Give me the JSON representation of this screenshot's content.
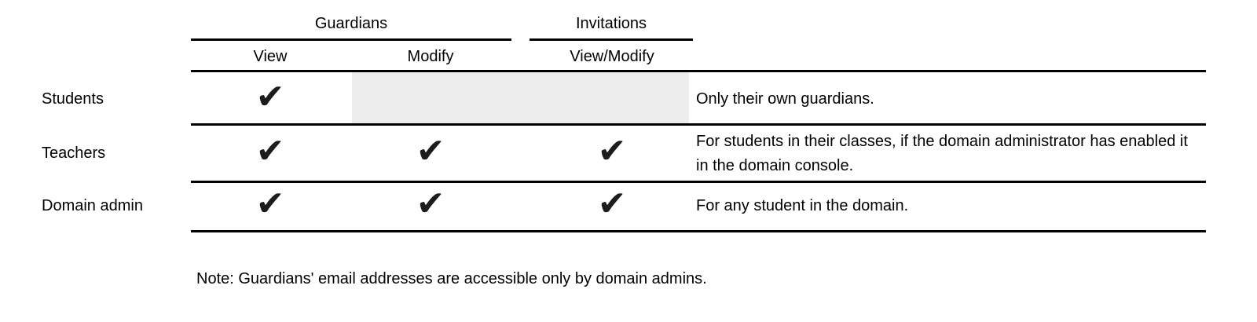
{
  "table": {
    "column_groups": [
      {
        "label": "Guardians",
        "columns": [
          "View",
          "Modify"
        ]
      },
      {
        "label": "Invitations",
        "columns": [
          "View/Modify"
        ]
      }
    ],
    "columns": [
      {
        "label": "View"
      },
      {
        "label": "Modify"
      },
      {
        "label": "View/Modify"
      }
    ],
    "rows": [
      {
        "label": "Students",
        "checks": {
          "view": true,
          "modify": false,
          "view_modify": false
        },
        "disabled_region": true,
        "note": "Only their own guardians."
      },
      {
        "label": "Teachers",
        "checks": {
          "view": true,
          "modify": true,
          "view_modify": true
        },
        "disabled_region": false,
        "note": "For students in their classes, if the domain administrator has enabled it in the domain console."
      },
      {
        "label": "Domain admin",
        "checks": {
          "view": true,
          "modify": true,
          "view_modify": true
        },
        "disabled_region": false,
        "note": "For any student in the domain."
      }
    ]
  },
  "footnote": "Note: Guardians' email addresses are accessible only by domain admins.",
  "symbols": {
    "check": "✔"
  },
  "colors": {
    "text": "#000000",
    "line": "#000000",
    "check": "#1c1c1c",
    "disabled_cell": "#ededed",
    "background": "#ffffff"
  }
}
